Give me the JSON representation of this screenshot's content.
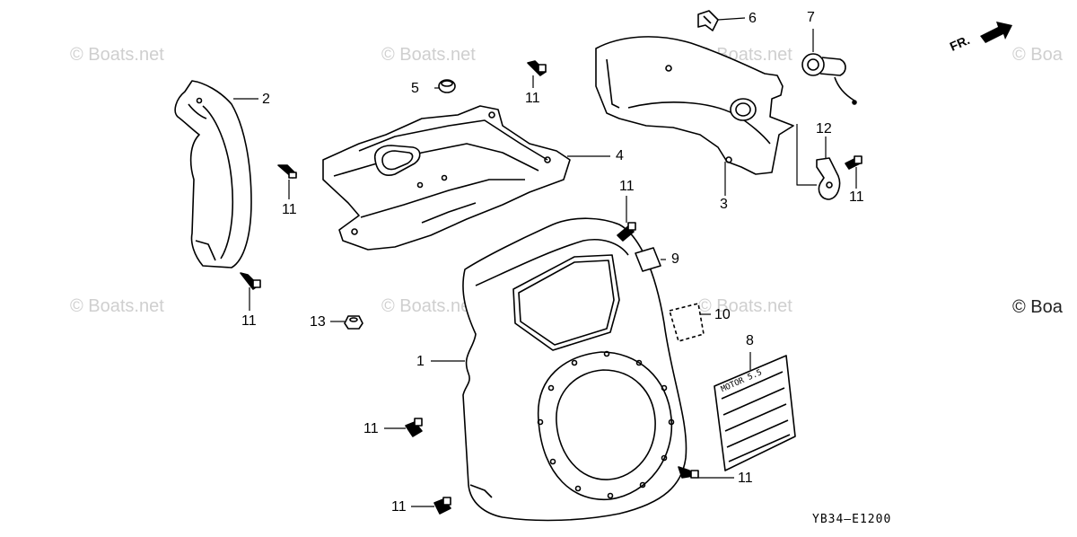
{
  "watermark": {
    "text": "© Boats.net",
    "right_edge_text": "© Boa"
  },
  "front_indicator": "FR.",
  "diagram_code": "YB34–E1200",
  "callouts": {
    "c1": "1",
    "c2": "2",
    "c3": "3",
    "c4": "4",
    "c5": "5",
    "c6": "6",
    "c7": "7",
    "c8": "8",
    "c9": "9",
    "c10": "10",
    "c11a": "11",
    "c11b": "11",
    "c11c": "11",
    "c11d": "11",
    "c11e": "11",
    "c11f": "11",
    "c11g": "11",
    "c11h": "11",
    "c12": "12",
    "c13": "13"
  },
  "decal_text": "MOTOR 5.5"
}
